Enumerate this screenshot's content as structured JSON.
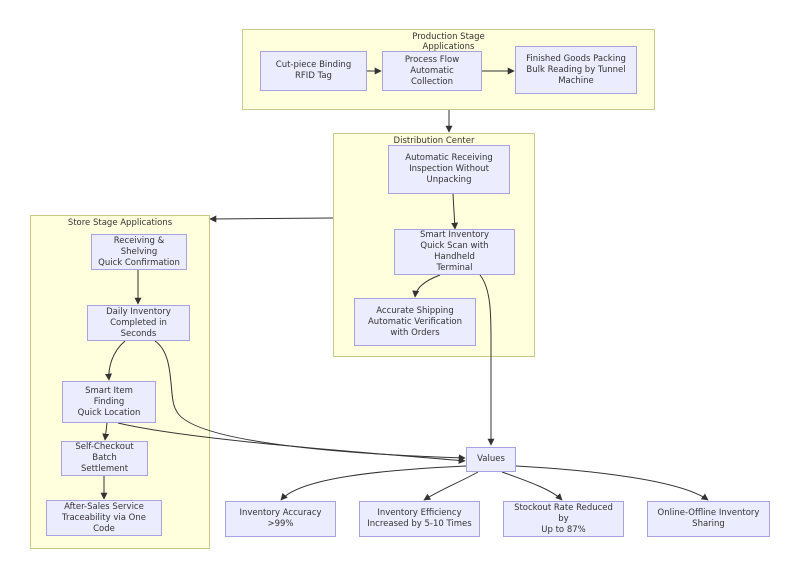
{
  "clusters": {
    "production": "Production Stage\nApplications",
    "distribution": "Distribution Center",
    "store": "Store Stage Applications"
  },
  "nodes": {
    "cut_piece": "Cut-piece Binding\nRFID Tag",
    "process_flow": "Process Flow\nAutomatic Collection",
    "finished_goods": "Finished Goods Packing\nBulk Reading by Tunnel\nMachine",
    "auto_receiving": "Automatic Receiving\nInspection Without\nUnpacking",
    "smart_inventory": "Smart Inventory\nQuick Scan with Handheld\nTerminal",
    "accurate_shipping": "Accurate Shipping\nAutomatic Verification\nwith Orders",
    "receiving_shelving": "Receiving & Shelving\nQuick Confirmation",
    "daily_inventory": "Daily Inventory\nCompleted in Seconds",
    "item_finding": "Smart Item Finding\nQuick Location",
    "self_checkout": "Self-Checkout\nBatch Settlement",
    "after_sales": "After-Sales Service\nTraceability via One Code",
    "values": "Values",
    "accuracy": "Inventory Accuracy >99%",
    "efficiency": "Inventory Efficiency\nIncreased by 5-10 Times",
    "stockout": "Stockout Rate Reduced by\nUp to 87%",
    "online_offline": "Online-Offline Inventory\nSharing"
  }
}
